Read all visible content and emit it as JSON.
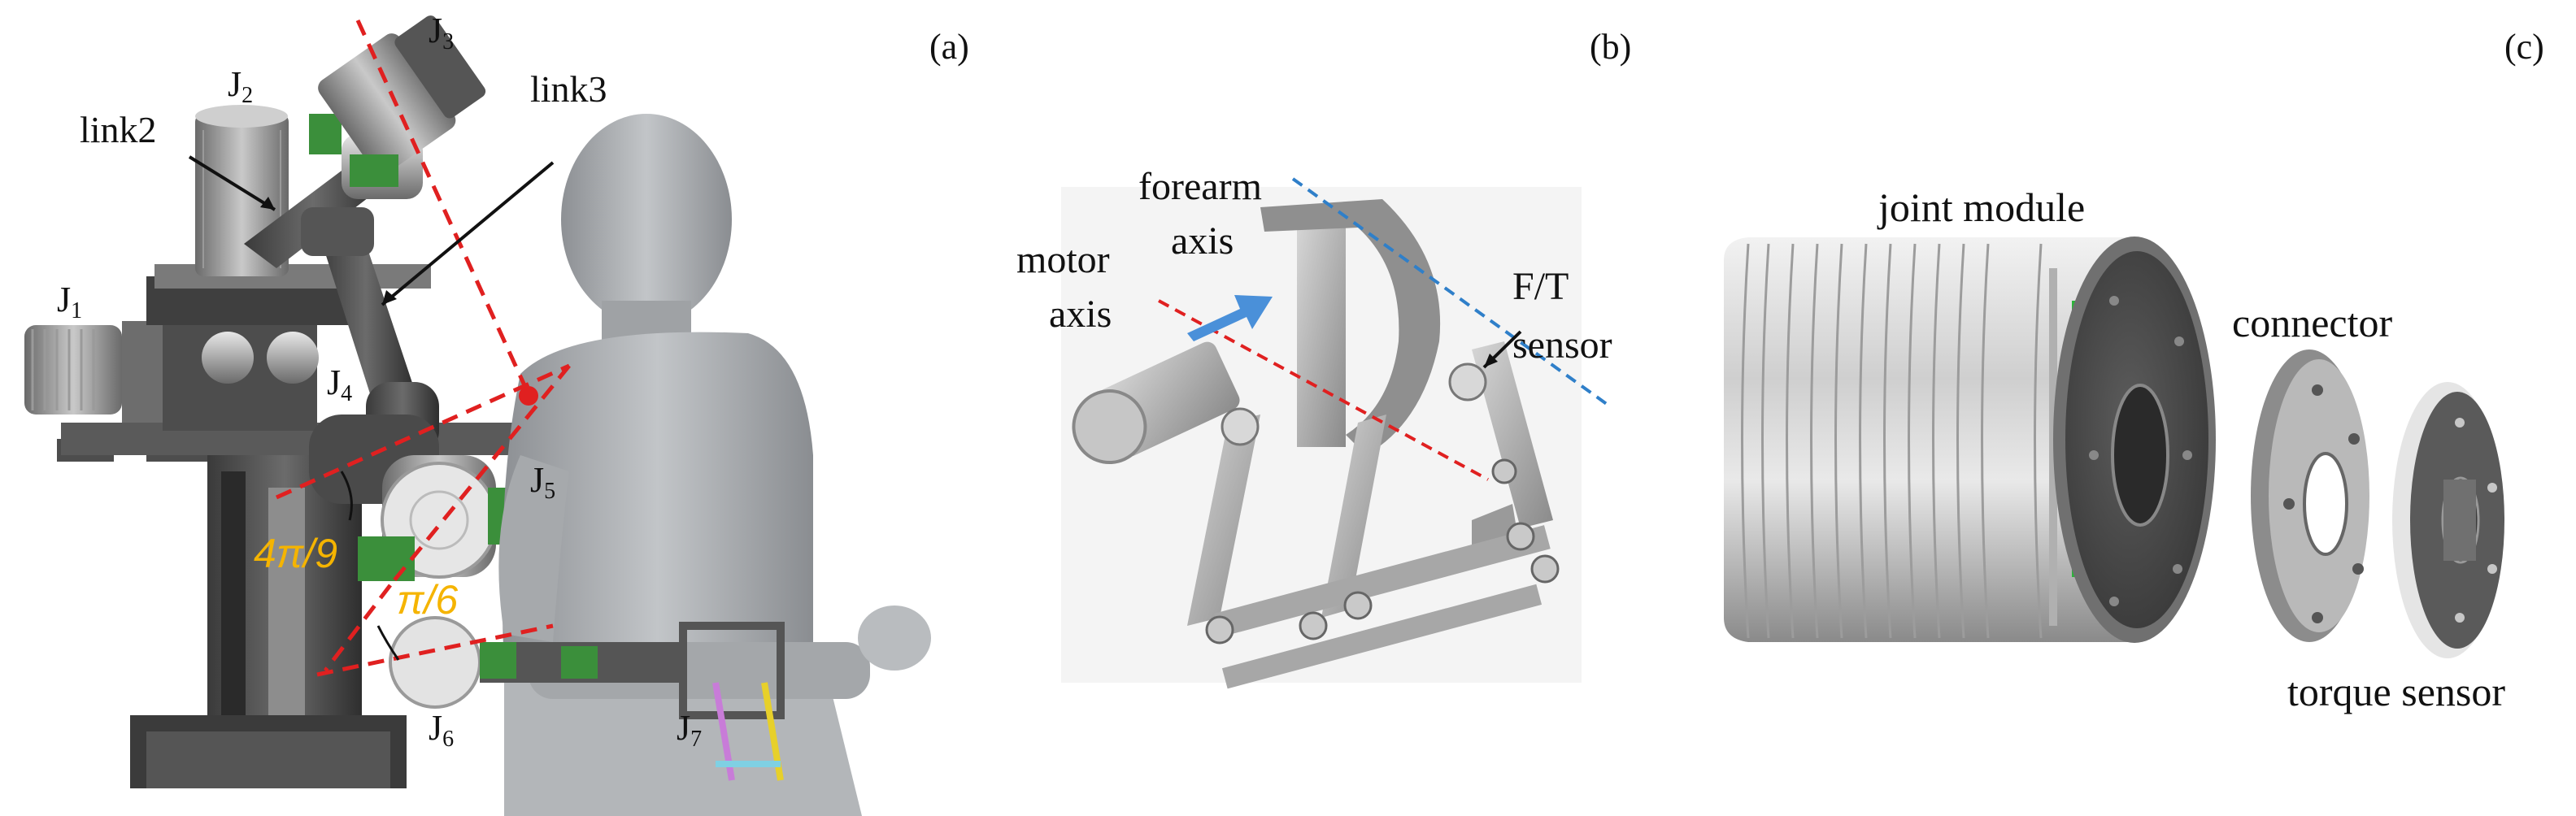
{
  "panel_a": {
    "tag": "(a)",
    "joints": {
      "j1": {
        "letter": "J",
        "sub": "1"
      },
      "j2": {
        "letter": "J",
        "sub": "2"
      },
      "j3": {
        "letter": "J",
        "sub": "3"
      },
      "j4": {
        "letter": "J",
        "sub": "4"
      },
      "j5": {
        "letter": "J",
        "sub": "5"
      },
      "j6": {
        "letter": "J",
        "sub": "6"
      },
      "j7": {
        "letter": "J",
        "sub": "7"
      }
    },
    "link2": "link2",
    "link3": "link3",
    "angle1": "4π/9",
    "angle2": "π/6",
    "angle_color": "#f5b400",
    "axis_color": "#e02020"
  },
  "panel_b": {
    "tag": "(b)",
    "forearm_axis": [
      "forearm",
      "axis"
    ],
    "motor_axis": [
      "motor",
      "axis"
    ],
    "ft_sensor": [
      "F/T",
      "sensor"
    ],
    "arrow_color": "#4a90d9"
  },
  "panel_c": {
    "tag": "(c)",
    "joint_module": "joint module",
    "connector": "connector",
    "torque_sensor": "torque sensor"
  }
}
